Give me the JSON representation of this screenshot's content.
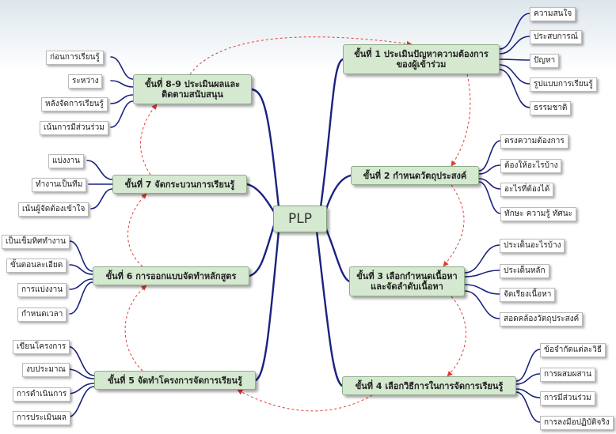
{
  "center": "PLP",
  "nodes": {
    "s1": "ขั้นที่ 1 ประเมินปัญหาความต้องการ\nของผู้เข้าร่วม",
    "s2": "ขั้นที่ 2 กำหนดวัตถุประสงค์",
    "s3": "ขั้นที่ 3 เลือกกำหนดเนื้อหา\nและจัดลำดับเนื้อหา",
    "s4": "ขั้นที่ 4 เลือกวิธีการในการจัดการเรียนรู้",
    "s5": "ขั้นที่ 5 จัดทำโครงการจัดการเรียนรู้",
    "s6": "ขั้นที่ 6 การออกแบบจัดทำหลักสูตร",
    "s7": "ขั้นที่ 7 จัดกระบวนการเรียนรู้",
    "s89": "ขั้นที่ 8-9 ประเมินผลและ\nติดตามสนับสนุน"
  },
  "leaves": {
    "s1": [
      "ความสนใจ",
      "ประสบการณ์",
      "ปัญหา",
      "รูปแบบการเรียนรู้",
      "ธรรมชาติ"
    ],
    "s2": [
      "ตรงความต้องการ",
      "ต้องให้อะไรบ้าง",
      "อะไรที่ต้องได้",
      "ทักษะ ความรู้ ทัศนะ"
    ],
    "s3": [
      "ประเด็นอะไรบ้าง",
      "ประเด็นหลัก",
      "จัดเรียงเนื้อหา",
      "สอดคล้องวัตถุประสงค์"
    ],
    "s4": [
      "ข้อจำกัดแต่ละวิธี",
      "การผสมผสาน",
      "การมีส่วนร่วม",
      "การลงมือปฏิบัติจริง"
    ],
    "s5": [
      "เขียนโครงการ",
      "งบประมาณ",
      "การดำเนินการ",
      "การประเมินผล"
    ],
    "s6": [
      "เป็นเข็มทิศทำงาน",
      "ขั้นตอนละเอียด",
      "การแบ่งงาน",
      "กำหนดเวลา"
    ],
    "s7": [
      "แบ่งงาน",
      "ทำงานเป็นทีม",
      "เน้นผู้จัดต้องเข้าใจ"
    ],
    "s89": [
      "ก่อนการเรียนรู้",
      "ระหว่าง",
      "หลังจัดการเรียนรู้",
      "เน้นการมีส่วนร่วม"
    ]
  },
  "colors": {
    "branch": "#1a237e",
    "flow_arrow": "#e53935",
    "node_fill": "#d5e8d0"
  }
}
